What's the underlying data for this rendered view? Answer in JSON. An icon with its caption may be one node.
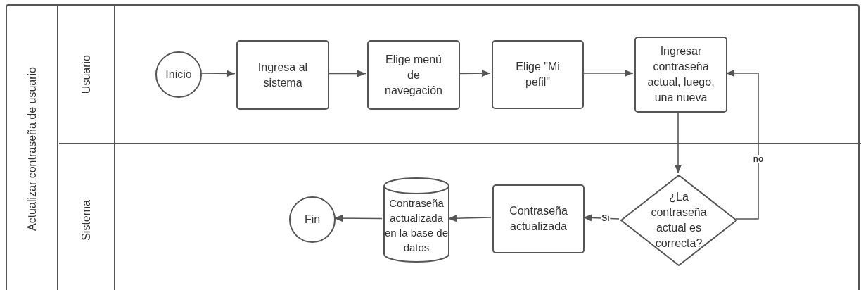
{
  "diagram": {
    "nodes": [
      {
        "text": [
          "Actualizar contraseña de usuario"
        ]
      },
      {
        "text": [
          "Usuario"
        ],
        "in": 0
      },
      {
        "text": [
          "Sistema"
        ],
        "in": 0
      },
      {
        "text": [
          "Inicio"
        ],
        "in": 1
      },
      {
        "text": [
          "Ingresa al sistema"
        ],
        "in": 1
      },
      {
        "text": [
          "Elige menú de navegación"
        ],
        "in": 1
      },
      {
        "text": [
          "Elige \"Mi pefil\""
        ],
        "in": 1
      },
      {
        "text": [
          "Ingresar contraseña actual, luego, una nueva"
        ],
        "in": 1
      },
      {
        "text": [
          "¿La contraseña actual es correcta?"
        ],
        "in": 2
      },
      {
        "text": [
          "Contraseña actualizada"
        ],
        "in": 2
      },
      {
        "text": [
          "Contraseña actualizada en la base de datos"
        ],
        "in": 2
      },
      {
        "text": [
          "Fin"
        ],
        "in": 2
      }
    ],
    "edges": [
      {
        "from": 3,
        "to": 4,
        "arrow": "to"
      },
      {
        "from": 4,
        "to": 5,
        "arrow": "to"
      },
      {
        "from": 5,
        "to": 6,
        "arrow": "to"
      },
      {
        "from": 6,
        "to": 7,
        "arrow": "to"
      },
      {
        "from": 7,
        "to": 8,
        "arrow": "to"
      },
      {
        "from": 8,
        "to": 7,
        "arrow": "to",
        "label": "no"
      },
      {
        "from": 8,
        "to": 9,
        "arrow": "to",
        "label": "Sí"
      },
      {
        "from": 9,
        "to": 10,
        "arrow": "to"
      },
      {
        "from": 10,
        "to": 11,
        "arrow": "to"
      }
    ]
  }
}
